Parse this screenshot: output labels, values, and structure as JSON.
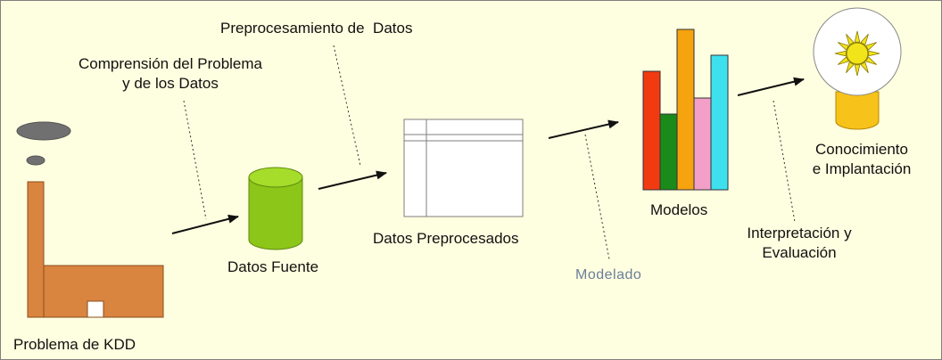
{
  "labels": {
    "comprension_line1": "Comprensión del Problema",
    "comprension_line2": "y de los Datos",
    "preprocesamiento": "Preprocesamiento de  Datos",
    "datos_fuente": "Datos Fuente",
    "datos_preprocesados": "Datos Preprocesados",
    "modelado": "Modelado",
    "modelos": "Modelos",
    "interpretacion_line1": "Interpretación y",
    "interpretacion_line2": "Evaluación",
    "conocimiento_line1": "Conocimiento",
    "conocimiento_line2": "e Implantación",
    "problema": "Problema de KDD"
  },
  "colors": {
    "background": "#fefee0",
    "factory": "#d9843f",
    "smoke": "#707070",
    "cylinder": "#8cc618",
    "table_border": "#7f7f7f",
    "arrow": "#111111",
    "bars": [
      "#f23a10",
      "#1a8a1a",
      "#f5a30f",
      "#f2a0c8",
      "#3ee0ee"
    ],
    "bulb_base": "#f7c21a",
    "sun": "#f2e41a"
  },
  "models_chart": {
    "relative_heights": [
      0.74,
      0.47,
      1.0,
      0.57,
      0.84
    ]
  },
  "icons": {
    "factory": "factory-icon",
    "database": "database-cylinder-icon",
    "table": "table-grid-icon",
    "bar_chart": "bar-chart-icon",
    "lightbulb": "lightbulb-sun-icon"
  }
}
